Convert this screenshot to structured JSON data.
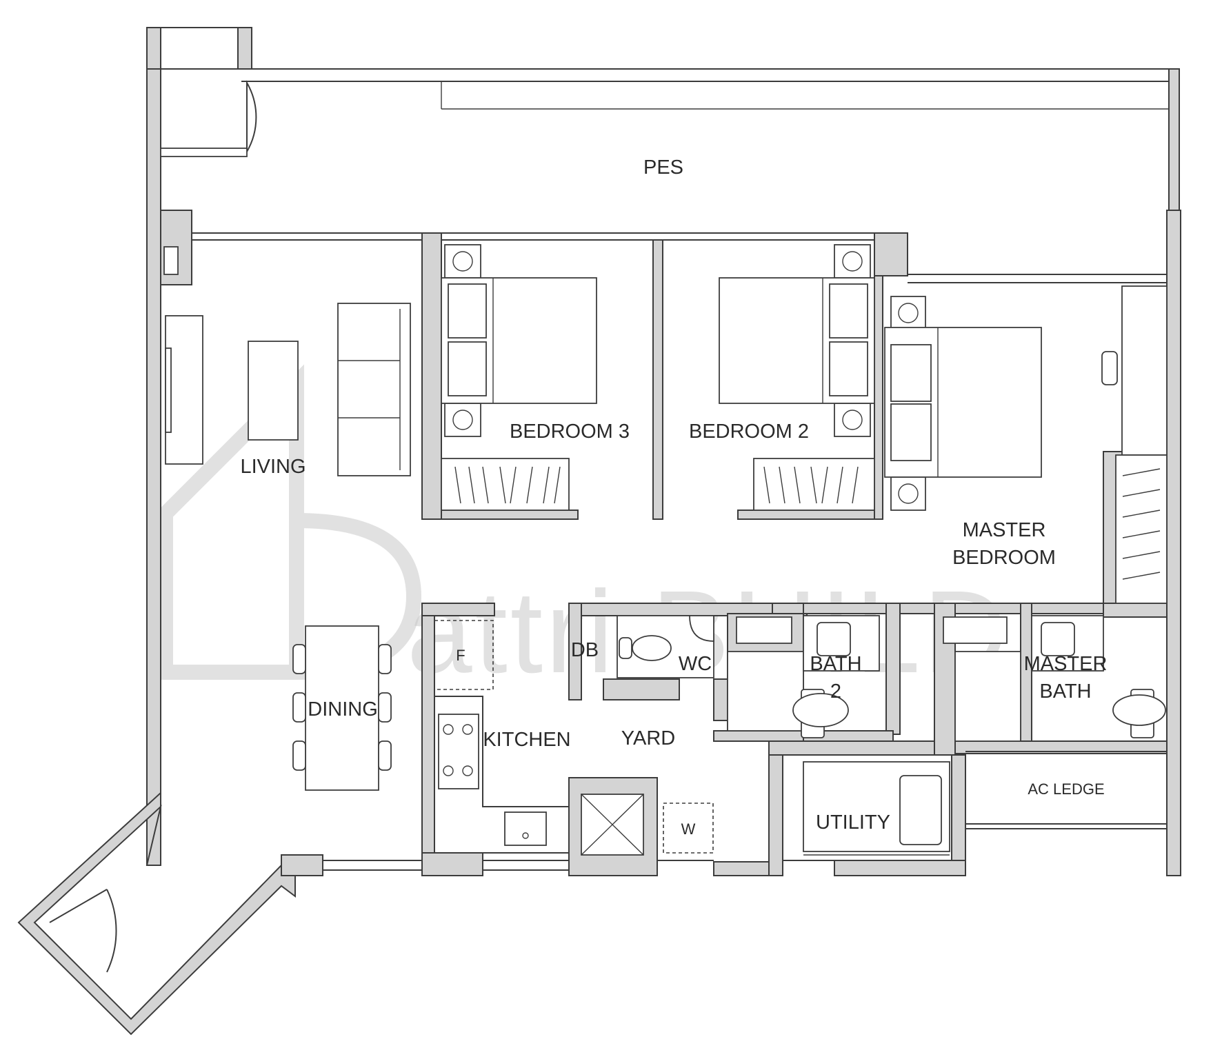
{
  "rooms": {
    "pes": "PES",
    "living": "LIVING",
    "dining": "DINING",
    "bedroom3": "BEDROOM 3",
    "bedroom2": "BEDROOM 2",
    "master_bedroom_line1": "MASTER",
    "master_bedroom_line2": "BEDROOM",
    "kitchen": "KITCHEN",
    "yard": "YARD",
    "wc": "WC",
    "db": "DB",
    "bath2_line1": "BATH",
    "bath2_line2": "2",
    "master_bath_line1": "MASTER",
    "master_bath_line2": "BATH",
    "ac_ledge": "AC LEDGE",
    "utility": "UTILITY"
  },
  "appliances": {
    "fridge": "F",
    "washer": "W"
  },
  "watermark": {
    "text": "attri.BUILD"
  }
}
